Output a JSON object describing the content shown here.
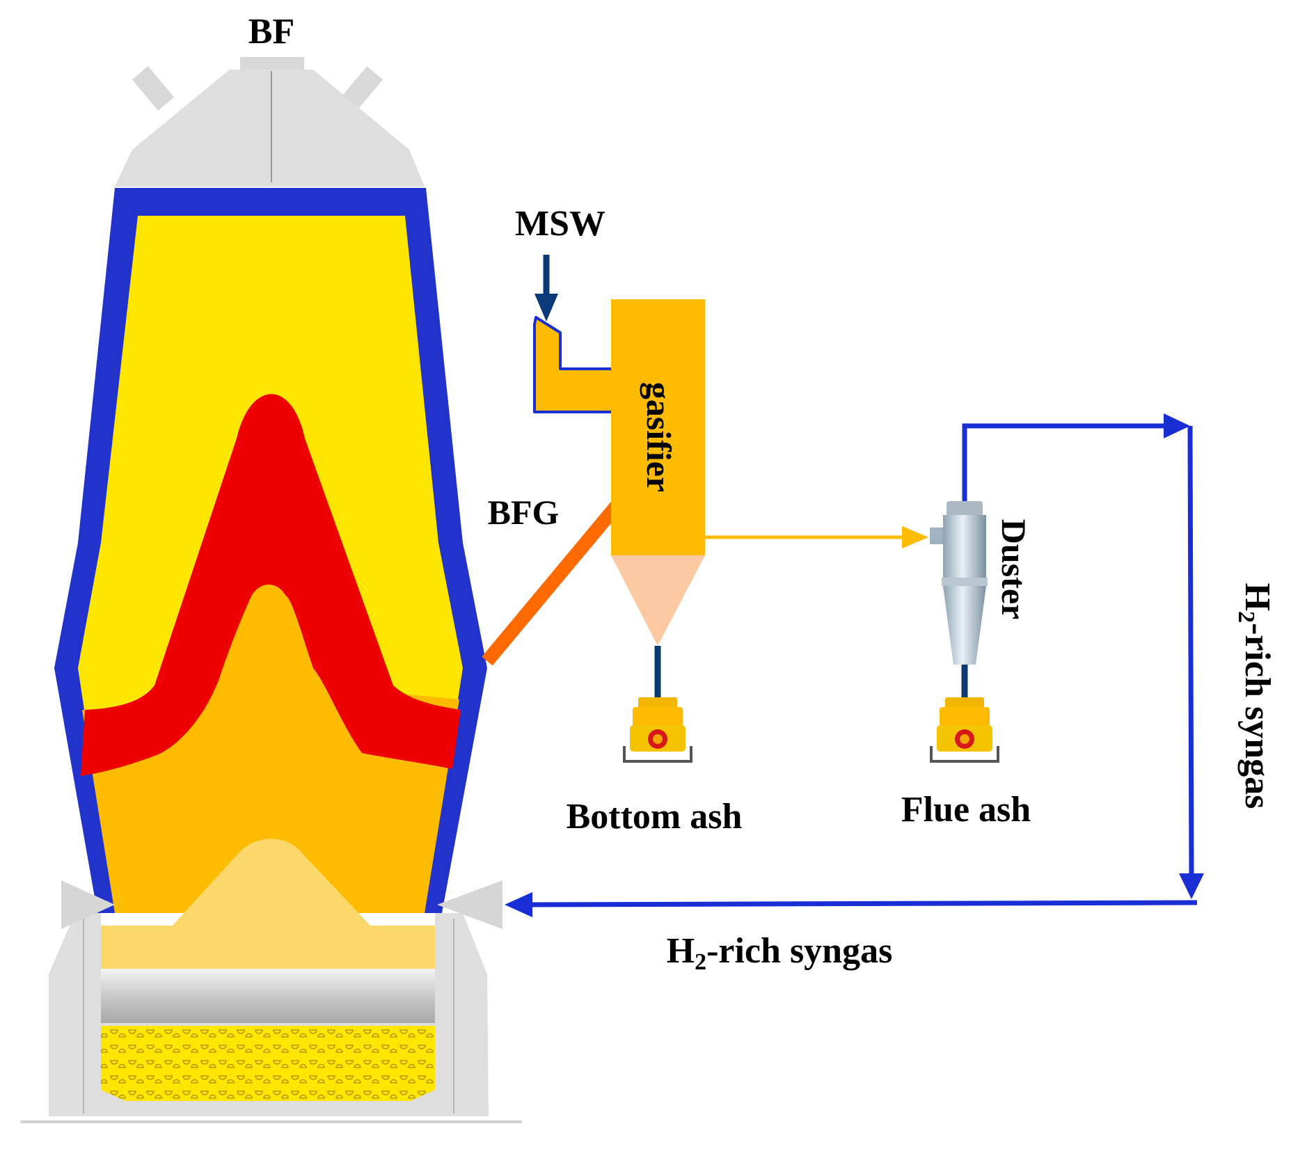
{
  "labels": {
    "bf": "BF",
    "msw": "MSW",
    "gasifier": "gasifier",
    "bfg": "BFG",
    "duster": "Duster",
    "bottom_ash": "Bottom ash",
    "flue_ash": "Flue ash",
    "syngas_h": "H",
    "syngas_sub": "2",
    "syngas_rest": "-rich syngas"
  },
  "colors": {
    "furnace_shell": "#2233cc",
    "upper_burden": "#ffe600",
    "cohesive_zone": "#ee0000",
    "lower_burden": "#ffbb00",
    "deadman": "#fcd86a",
    "steel_body": "#dedede",
    "gasifier": "#ffbb00",
    "gasifier_cone": "#fcc9a0",
    "bfg_pipe": "#ff6a00",
    "syngas_line": "#1a2ed6",
    "raw_gas_line": "#ffbb00",
    "feed_arrow": "#0b3a7a"
  },
  "icons": [
    "feed-arrow-icon",
    "ash-collector-icon",
    "cyclone-duster-icon",
    "flow-arrow-icon"
  ]
}
